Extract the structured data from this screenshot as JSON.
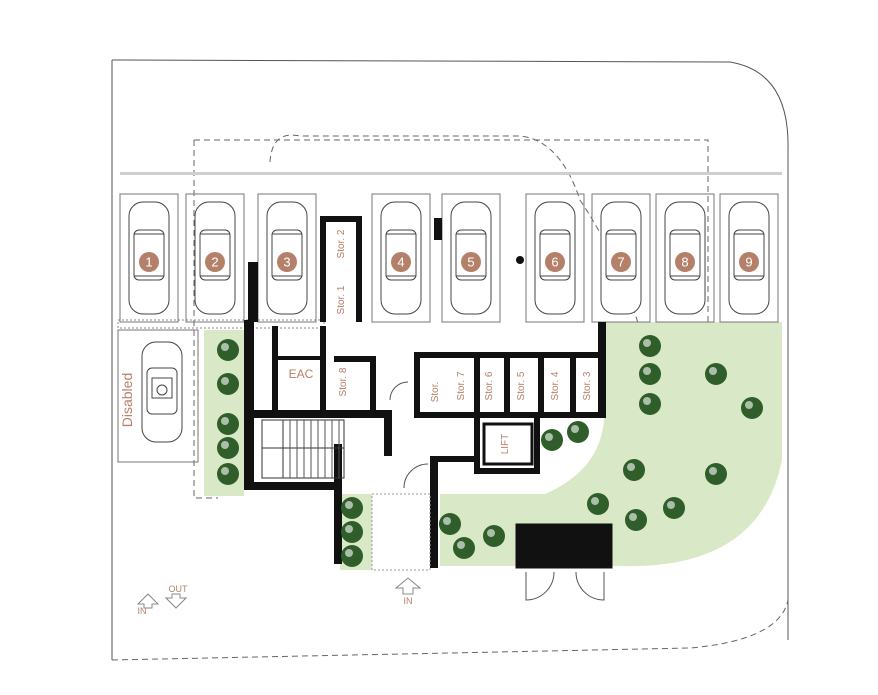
{
  "colors": {
    "accent": "#b5806a",
    "garden": "#d9e8c6",
    "tree": "#2f5e2a",
    "wall": "#111111"
  },
  "parking": {
    "spaces": [
      "1",
      "2",
      "3",
      "4",
      "5",
      "6",
      "7",
      "8",
      "9"
    ],
    "disabled_label": "Disabled"
  },
  "rooms": {
    "eac": "EAC",
    "lift": "LIFT",
    "storage": [
      "Stor. 1",
      "Stor. 2",
      "Stor. 3",
      "Stor. 4",
      "Stor. 5",
      "Stor. 6",
      "Stor. 7",
      "Stor.",
      "Stor. 8"
    ]
  },
  "arrows": {
    "in_left": "IN",
    "out_left": "OUT",
    "in_right": "IN"
  }
}
